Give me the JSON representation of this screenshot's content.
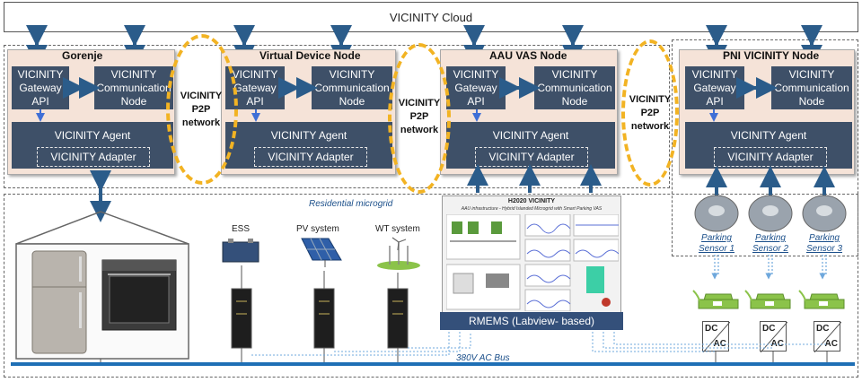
{
  "cloud": {
    "label": "VICINITY Cloud"
  },
  "nodes": [
    {
      "title": "Gorenje",
      "gateway": "VICINITY Gateway API",
      "comm": "VICINITY Communication Node",
      "agent": "VICINITY Agent",
      "adapter": "VICINITY Adapter"
    },
    {
      "title": "Virtual Device Node",
      "gateway": "VICINITY Gateway API",
      "comm": "VICINITY Communication Node",
      "agent": "VICINITY Agent",
      "adapter": "VICINITY Adapter"
    },
    {
      "title": "AAU VAS Node",
      "gateway": "VICINITY Gateway API",
      "comm": "VICINITY Communication Node",
      "agent": "VICINITY Agent",
      "adapter": "VICINITY Adapter"
    },
    {
      "title": "PNI VICINITY Node",
      "gateway": "VICINITY Gateway API",
      "comm": "VICINITY Communication Node",
      "agent": "VICINITY Agent",
      "adapter": "VICINITY Adapter"
    }
  ],
  "p2p": {
    "line1": "VICINITY",
    "line2": "P2P",
    "line3": "network"
  },
  "microgrid": {
    "label": "Residential microgrid",
    "ess": "ESS",
    "pv": "PV system",
    "wt": "WT system",
    "bus": "380V AC Bus"
  },
  "rmems": {
    "label": "RMEMS (Labview- based)",
    "screen_title": "H2020  VICINITY",
    "screen_subtitle": "AAU infrastructure - Hybrid Islanded Microgrid with Smart Parking VAS"
  },
  "parking": {
    "sensors": [
      "Parking Sensor 1",
      "Parking Sensor 2",
      "Parking Sensor 3"
    ],
    "converter_dc": "DC",
    "converter_ac": "AC"
  },
  "colors": {
    "node_bg": "#f5e3d8",
    "box": "#3e5068",
    "p2p_ring": "#f2b323",
    "arrow": "#2b5c8a",
    "bus": "#1f6fb5",
    "charger": "#8bc34a"
  }
}
